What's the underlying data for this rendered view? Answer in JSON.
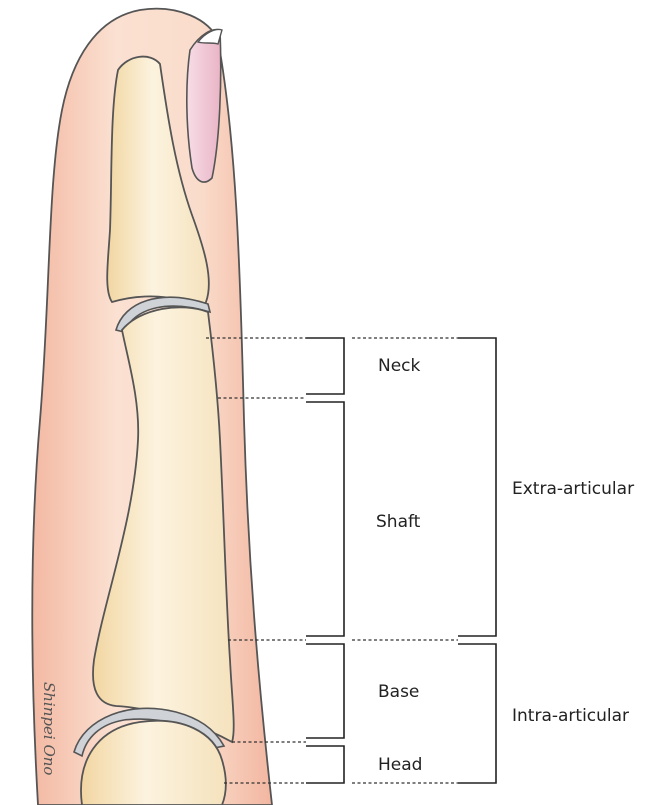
{
  "labels": {
    "neck": "Neck",
    "shaft": "Shaft",
    "base": "Base",
    "head": "Head",
    "extra_articular": "Extra-articular",
    "intra_articular": "Intra-articular"
  },
  "signature": "Shinpei Ono",
  "colors": {
    "skin": "#f9dccb",
    "skin_edge": "#f3b9a3",
    "bone": "#fbf0d8",
    "bone_shade": "#f3d9a8",
    "cartilage": "#cfd3d8",
    "nail": "#f0c5d3",
    "line": "#222222"
  }
}
